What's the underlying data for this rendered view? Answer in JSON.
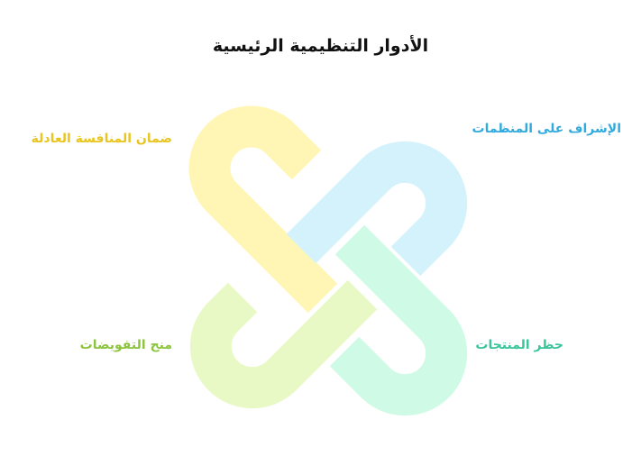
{
  "title": "الأدوار التنظيمية الرئيسية",
  "roles": {
    "top_right": {
      "label": "الإشراف على المنظمات",
      "color": "#33aadd"
    },
    "top_left": {
      "label": "ضمان المنافسة العادلة",
      "color": "#e8c520"
    },
    "bottom_right": {
      "label": "حظر المنتجات",
      "color": "#3cc49a"
    },
    "bottom_left": {
      "label": "منح التفويضات",
      "color": "#8cc43e"
    }
  },
  "loop_colors": {
    "yellow": "#fff6b5",
    "blue": "#d3f2fc",
    "green": "#cffbe6",
    "lime": "#e9f9c6"
  }
}
